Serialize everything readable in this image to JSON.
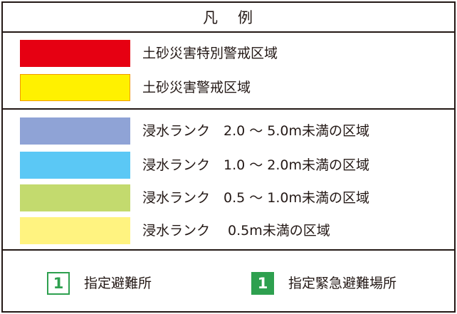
{
  "legend": {
    "title_chars": [
      "凡",
      "例"
    ],
    "hazard_zones": [
      {
        "label": "土砂災害特別警戒区域",
        "color": "#e60012",
        "border": "#e60012"
      },
      {
        "label": "土砂災害警戒区域",
        "color": "#fff100",
        "border": "#f39800"
      }
    ],
    "flood_ranks": [
      {
        "label": "浸水ランク　2.0 ～ 5.0m未満の区域",
        "color": "#8fa3d6"
      },
      {
        "label": "浸水ランク　1.0 ～ 2.0m未満の区域",
        "color": "#5bc8f5"
      },
      {
        "label": "浸水ランク　0.5 ～ 1.0m未満の区域",
        "color": "#c3da6e"
      },
      {
        "label": "浸水ランク　 0.5m未満の区域",
        "color": "#fff380"
      }
    ],
    "facilities": [
      {
        "marker": "1",
        "label": "指定避難所",
        "style": "outline",
        "color": "#2ea04f"
      },
      {
        "marker": "1",
        "label": "指定緊急避難場所",
        "style": "filled",
        "color": "#2ea04f"
      }
    ]
  }
}
